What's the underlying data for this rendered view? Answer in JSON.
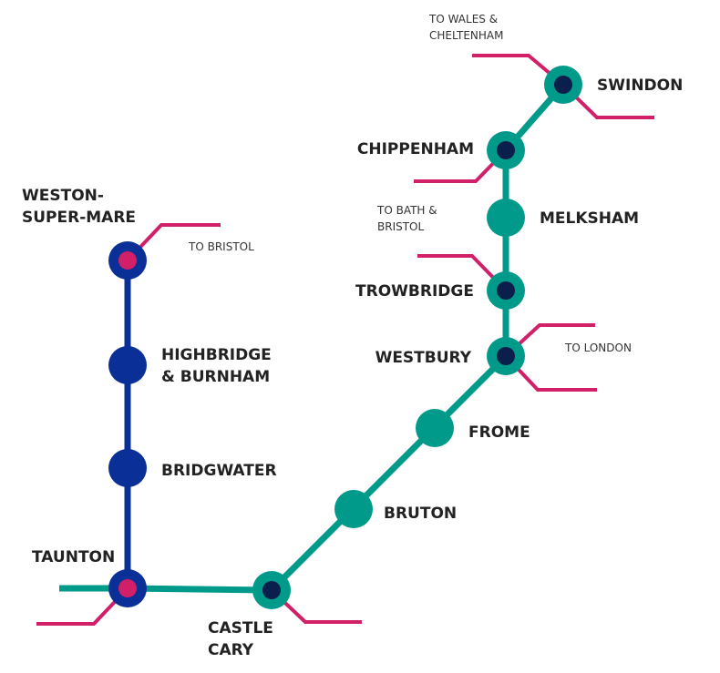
{
  "colors": {
    "green_line": "#009a8b",
    "blue_line": "#0a2f96",
    "connection": "#d11f68",
    "green_station": "#009a8b",
    "blue_station": "#0a2f96",
    "interchange_dot_dark": "#0b1f4d",
    "interchange_dot_pink": "#d11f68",
    "text": "#222222"
  },
  "stations": {
    "swindon": "SWINDON",
    "chippenham": "CHIPPENHAM",
    "melksham": "MELKSHAM",
    "trowbridge": "TROWBRIDGE",
    "westbury": "WESTBURY",
    "frome": "FROME",
    "bruton": "BRUTON",
    "castle_cary_1": "CASTLE",
    "castle_cary_2": "CARY",
    "taunton": "TAUNTON",
    "bridgwater": "BRIDGWATER",
    "highbridge_1": "HIGHBRIDGE",
    "highbridge_2": "& BURNHAM",
    "weston_1": "WESTON-",
    "weston_2": "SUPER-MARE"
  },
  "destinations": {
    "wales_1": "TO WALES &",
    "wales_2": "CHELTENHAM",
    "bath_1": "TO BATH &",
    "bath_2": "BRISTOL",
    "bristol": "TO BRISTOL",
    "london": "TO LONDON"
  }
}
